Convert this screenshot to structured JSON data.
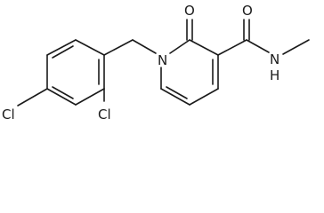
{
  "molecule": {
    "atoms": {
      "cl_left": "Cl",
      "cl_right": "Cl",
      "n_ring": "N",
      "o_ring": "O",
      "o_amide": "O",
      "n_amide": "N",
      "h_amide": "H"
    }
  }
}
